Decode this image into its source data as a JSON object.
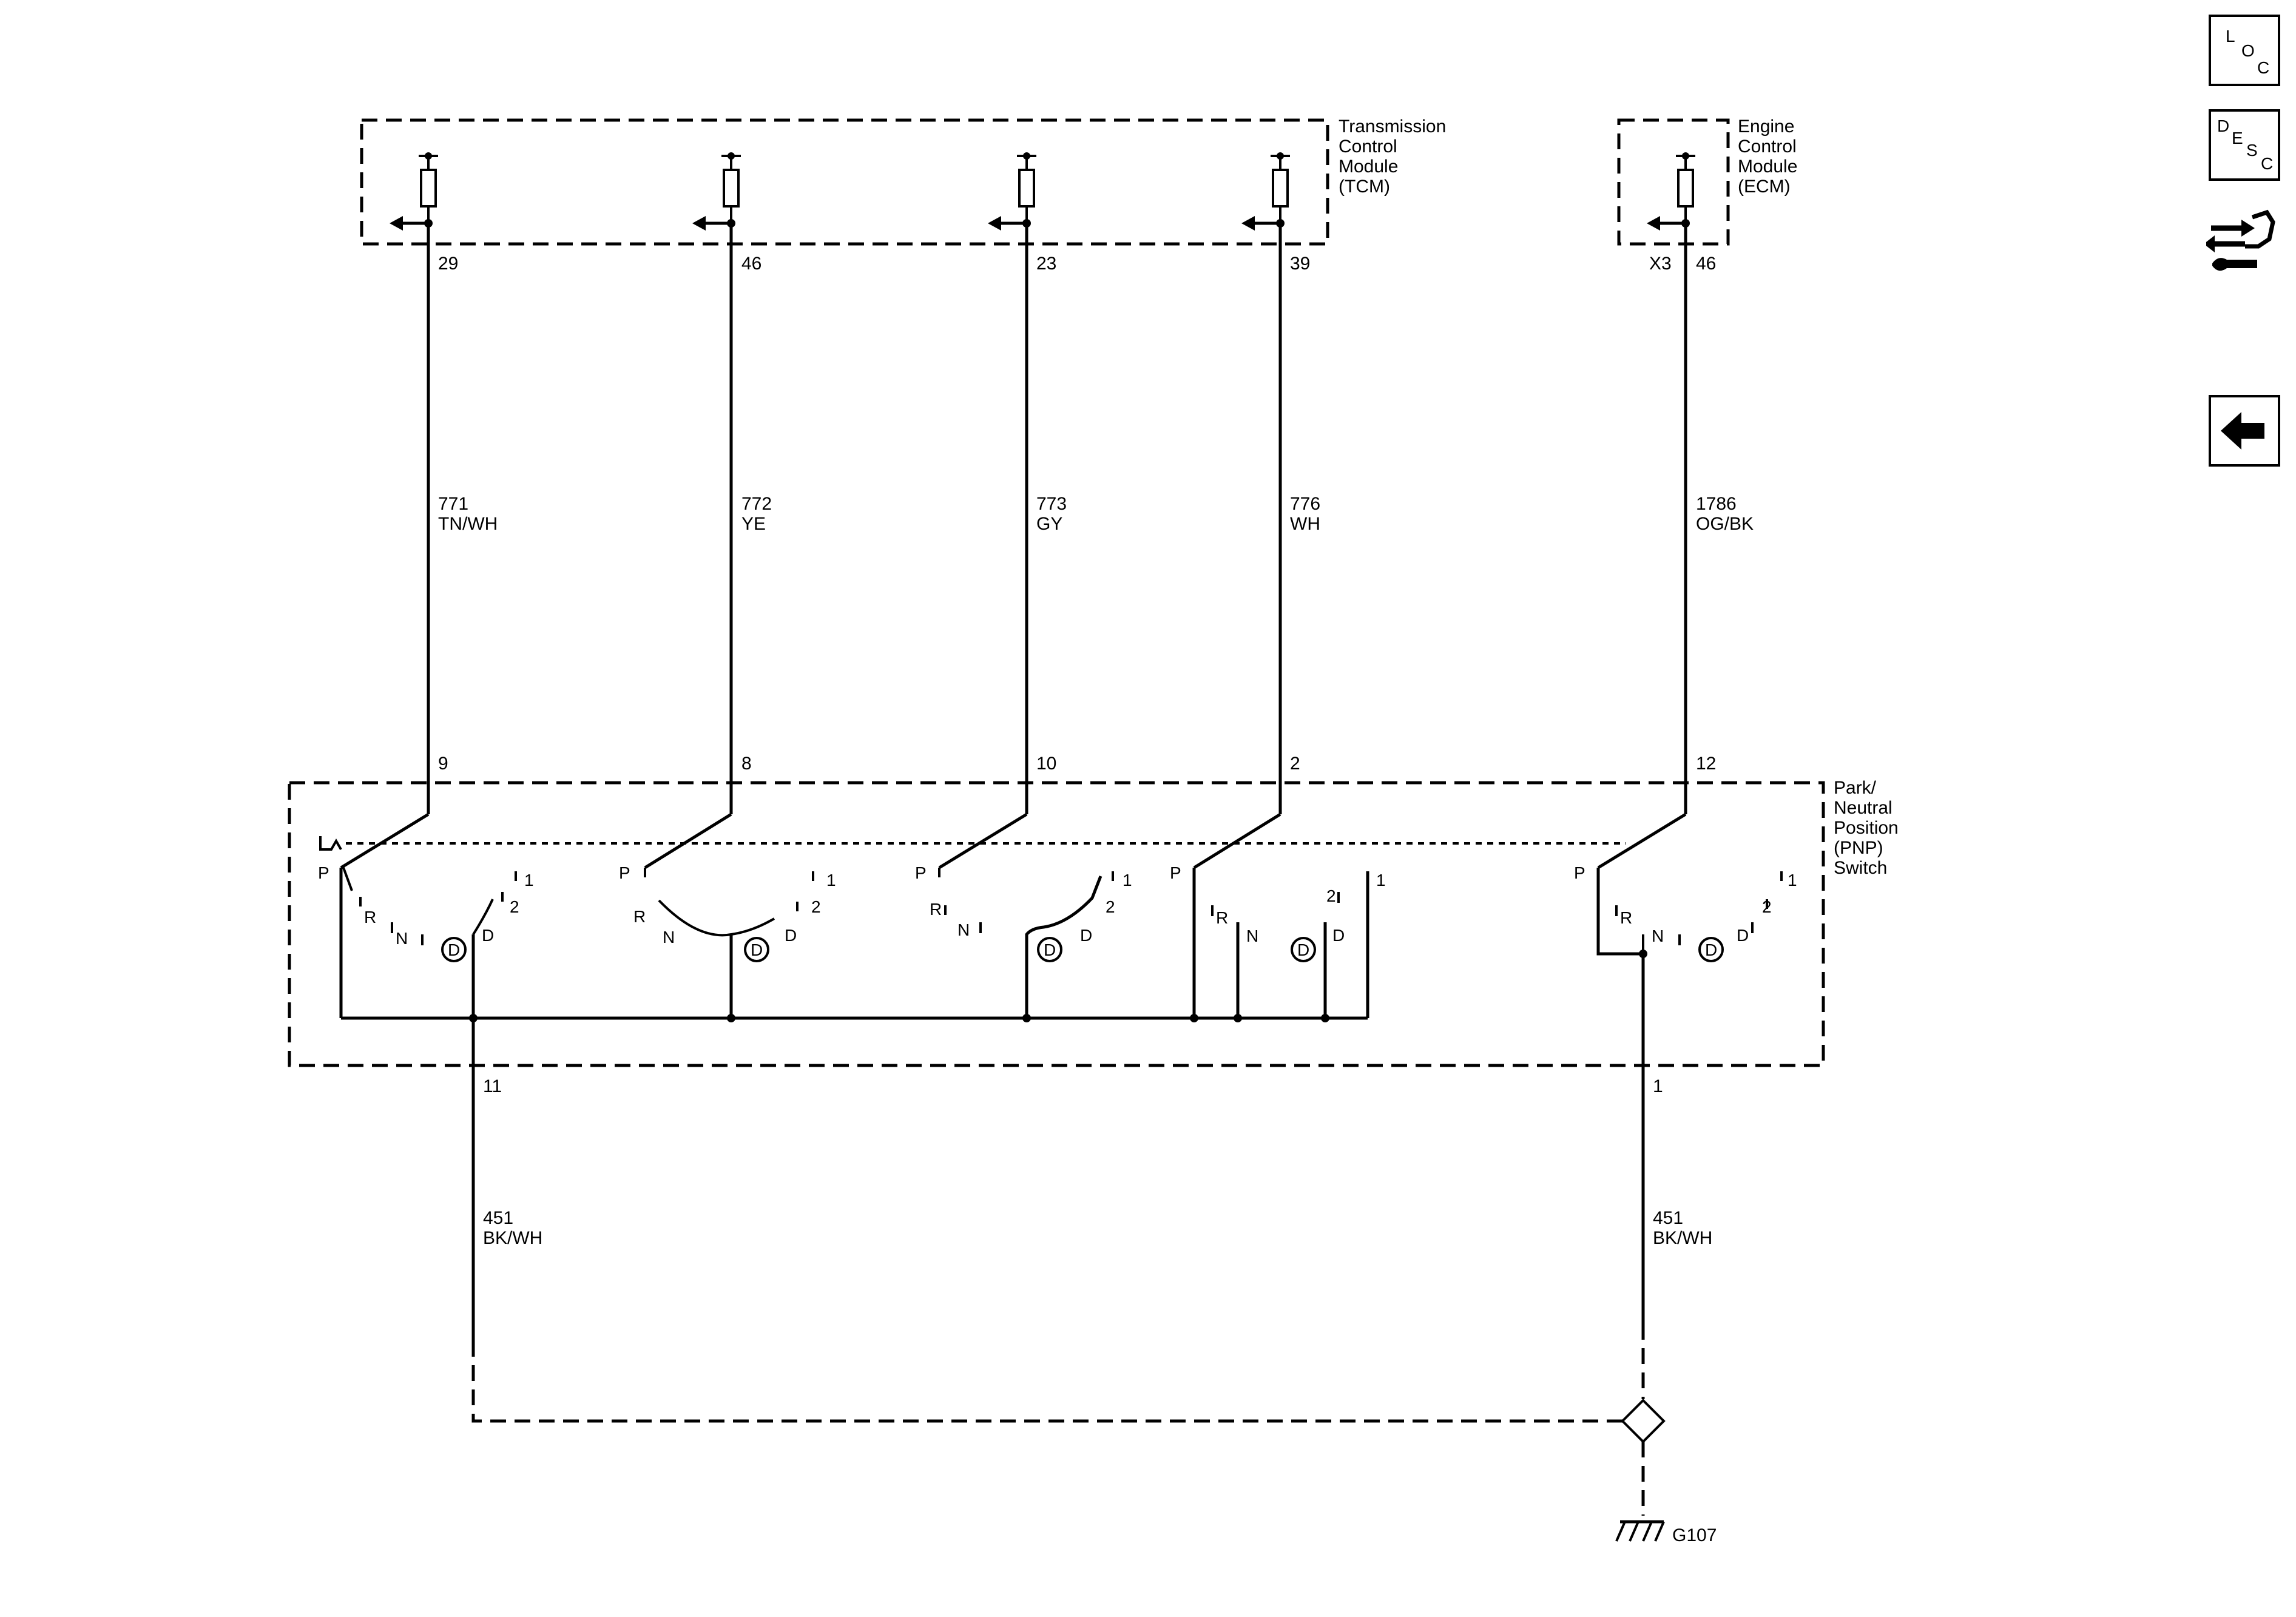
{
  "modules": {
    "tcm": {
      "name_lines": [
        "Transmission",
        "Control",
        "Module",
        "(TCM)"
      ]
    },
    "ecm": {
      "name_lines": [
        "Engine",
        "Control",
        "Module",
        "(ECM)"
      ],
      "connector": "X3"
    },
    "pnp": {
      "name_lines": [
        "Park/",
        "Neutral",
        "Position",
        "(PNP)",
        "Switch"
      ]
    }
  },
  "circuits": [
    {
      "module_pin": "29",
      "circuit": "771",
      "color": "TN/WH",
      "switch_pin": "9"
    },
    {
      "module_pin": "46",
      "circuit": "772",
      "color": "YE",
      "switch_pin": "8"
    },
    {
      "module_pin": "23",
      "circuit": "773",
      "color": "GY",
      "switch_pin": "10"
    },
    {
      "module_pin": "39",
      "circuit": "776",
      "color": "WH",
      "switch_pin": "2"
    },
    {
      "module_pin": "46",
      "circuit": "1786",
      "color": "OG/BK",
      "switch_pin": "12"
    }
  ],
  "gear_labels": {
    "p": "P",
    "r": "R",
    "n": "N",
    "d": "D",
    "two": "2",
    "one": "1"
  },
  "ground_circuits": [
    {
      "switch_pin": "11",
      "circuit": "451",
      "color": "BK/WH"
    },
    {
      "switch_pin": "1",
      "circuit": "451",
      "color": "BK/WH"
    }
  ],
  "ground_id": "G107",
  "nav": {
    "loc": {
      "a": "L",
      "b": "O",
      "c": "C"
    },
    "desc": {
      "a": "D",
      "b": "E",
      "c": "S",
      "d": "C"
    },
    "connector_icon": "connector-repair-icon",
    "back_icon": "back-arrow-icon"
  }
}
